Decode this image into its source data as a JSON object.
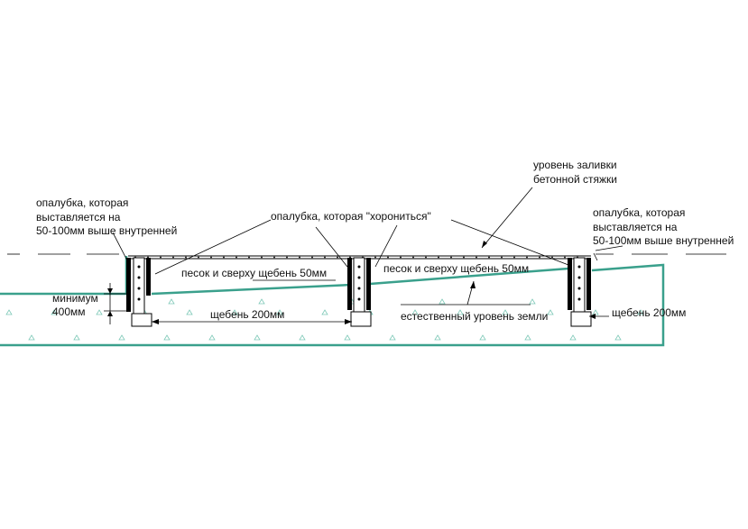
{
  "labels": {
    "formwork_outer_left": [
      "опалубка, которая",
      "выставляется на",
      "50-100мм выше внутренней"
    ],
    "formwork_inner": "опалубка, которая \"хорониться\"",
    "pour_level": [
      "уровень заливки",
      "бетонной стяжки"
    ],
    "formwork_outer_right": [
      "опалубка, которая",
      "выставляется на",
      "50-100мм выше внутренней"
    ],
    "sand_left": "песок и сверху щебень 50мм",
    "sand_right": "песок и сверху щебень 50мм",
    "minimum": [
      "минимум",
      "400мм"
    ],
    "gravel_mid": "щебень 200мм",
    "natural_ground": "естественный уровень земли",
    "gravel_right": "щебень 200мм"
  },
  "colors": {
    "ground_line": "#3aa08c",
    "hatch": "#7fc9b8",
    "lines": "#000000"
  }
}
